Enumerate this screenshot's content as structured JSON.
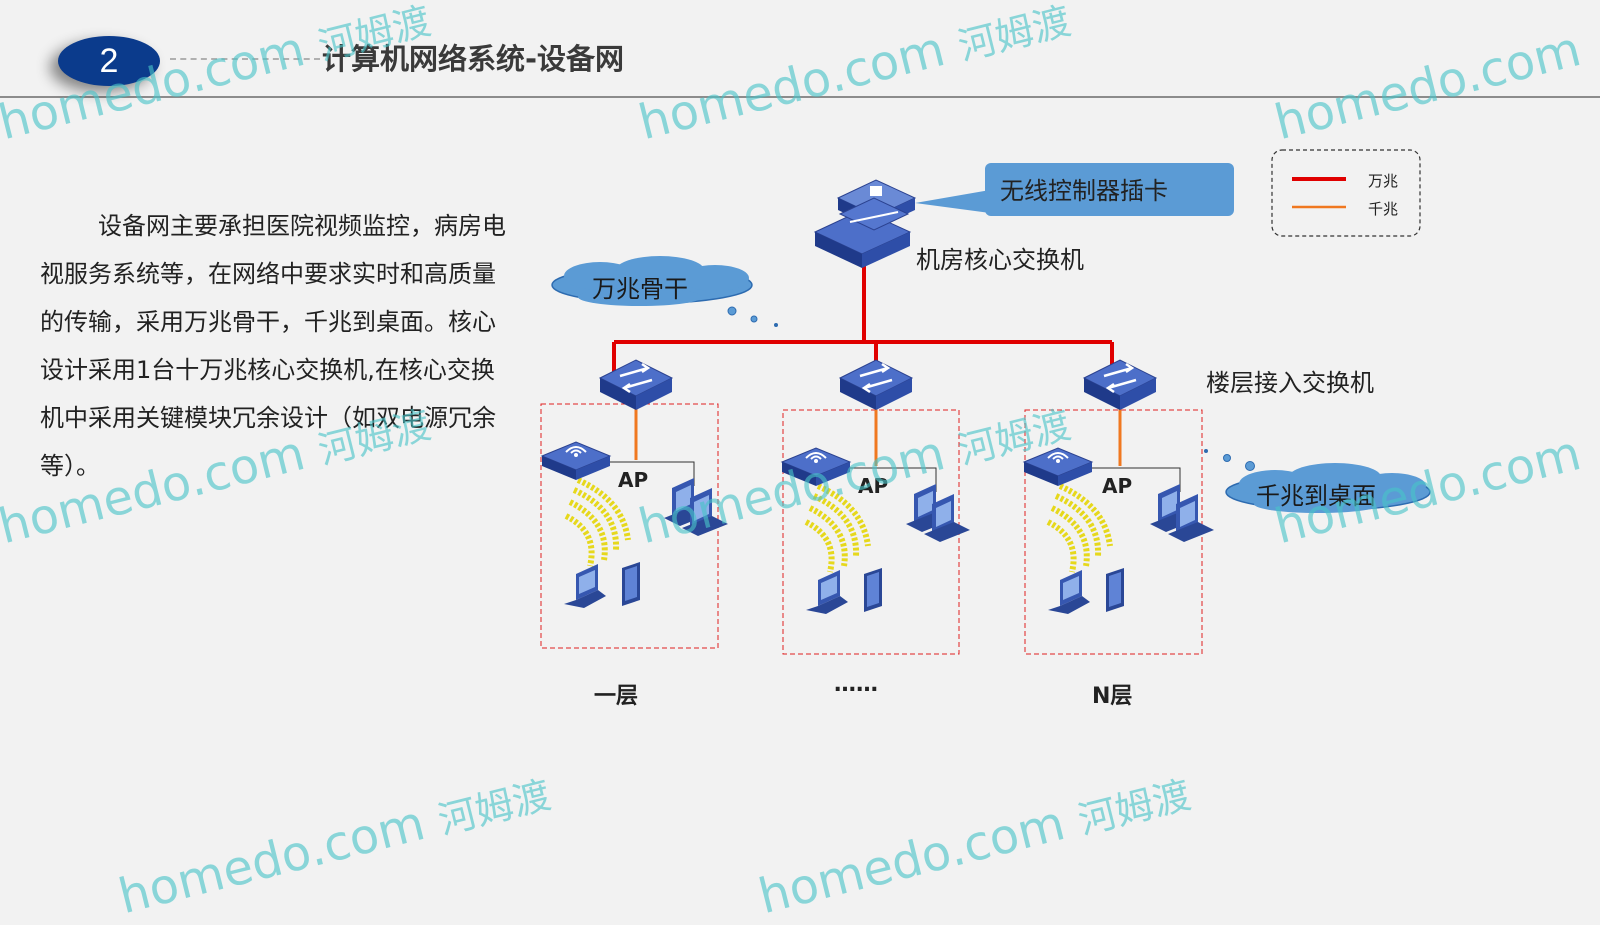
{
  "header": {
    "number": "2",
    "title": "计算机网络系统-设备网"
  },
  "description": "设备网主要承担医院视频监控，病房电视服务系统等，在网络中要求实时和高质量的传输，采用万兆骨干，千兆到桌面。核心设计采用1台十万兆核心交换机,在核心交换机中采用关键模块冗余设计（如双电源冗余等）。",
  "diagram": {
    "callout_wireless": "无线控制器插卡",
    "core_switch_label": "机房核心交换机",
    "cloud_backbone": "万兆骨干",
    "cloud_desktop": "千兆到桌面",
    "floor_switch_label": "楼层接入交换机",
    "legend": [
      {
        "label": "万兆",
        "color": "#e00000"
      },
      {
        "label": "千兆",
        "color": "#f07820"
      }
    ],
    "ap_label": "AP",
    "floors": [
      "一层",
      "……",
      "N层"
    ]
  },
  "watermark": {
    "latin": "homedo.com",
    "cn": "河姆渡"
  }
}
